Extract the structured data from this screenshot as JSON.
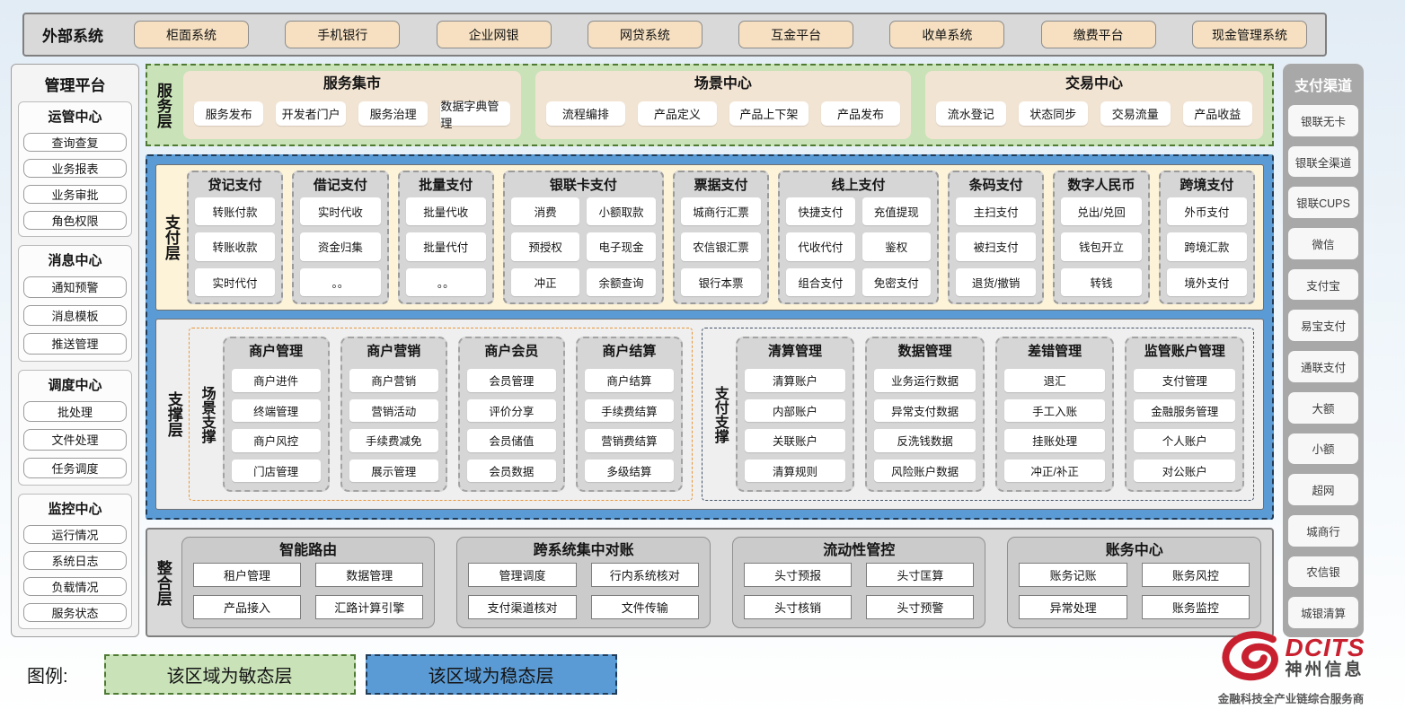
{
  "external_systems": {
    "label": "外部系统",
    "items": [
      "柜面系统",
      "手机银行",
      "企业网银",
      "网贷系统",
      "互金平台",
      "收单系统",
      "缴费平台",
      "现金管理系统"
    ]
  },
  "management_platform": {
    "title": "管理平台",
    "groups": [
      {
        "title": "运管中心",
        "items": [
          "查询查复",
          "业务报表",
          "业务审批",
          "角色权限"
        ]
      },
      {
        "title": "消息中心",
        "items": [
          "通知预警",
          "消息模板",
          "推送管理"
        ]
      },
      {
        "title": "调度中心",
        "items": [
          "批处理",
          "文件处理",
          "任务调度"
        ]
      },
      {
        "title": "监控中心",
        "items": [
          "运行情况",
          "系统日志",
          "负载情况",
          "服务状态"
        ]
      }
    ]
  },
  "service_layer": {
    "label": "服务层",
    "groups": [
      {
        "title": "服务集市",
        "items": [
          "服务发布",
          "开发者门户",
          "服务治理",
          "数据字典管理"
        ]
      },
      {
        "title": "场景中心",
        "items": [
          "流程编排",
          "产品定义",
          "产品上下架",
          "产品发布"
        ]
      },
      {
        "title": "交易中心",
        "items": [
          "流水登记",
          "状态同步",
          "交易流量",
          "产品收益"
        ]
      }
    ]
  },
  "payment_layer": {
    "label": "支付层",
    "columns": [
      {
        "title": "贷记支付",
        "cols": 1,
        "items": [
          "转账付款",
          "转账收款",
          "实时代付"
        ]
      },
      {
        "title": "借记支付",
        "cols": 1,
        "items": [
          "实时代收",
          "资金归集",
          "。。"
        ]
      },
      {
        "title": "批量支付",
        "cols": 1,
        "items": [
          "批量代收",
          "批量代付",
          "。。"
        ]
      },
      {
        "title": "银联卡支付",
        "cols": 2,
        "items": [
          "消费",
          "小额取款",
          "预授权",
          "电子现金",
          "冲正",
          "余额查询"
        ]
      },
      {
        "title": "票据支付",
        "cols": 1,
        "items": [
          "城商行汇票",
          "农信银汇票",
          "银行本票"
        ]
      },
      {
        "title": "线上支付",
        "cols": 2,
        "items": [
          "快捷支付",
          "充值提现",
          "代收代付",
          "鉴权",
          "组合支付",
          "免密支付"
        ]
      },
      {
        "title": "条码支付",
        "cols": 1,
        "items": [
          "主扫支付",
          "被扫支付",
          "退货/撤销"
        ]
      },
      {
        "title": "数字人民币",
        "cols": 1,
        "items": [
          "兑出/兑回",
          "钱包开立",
          "转钱"
        ]
      },
      {
        "title": "跨境支付",
        "cols": 1,
        "items": [
          "外币支付",
          "跨境汇款",
          "境外支付"
        ]
      }
    ]
  },
  "support_layer": {
    "label": "支撑层",
    "groups": [
      {
        "label": "场景支撑",
        "columns": [
          {
            "title": "商户管理",
            "items": [
              "商户进件",
              "终端管理",
              "商户风控",
              "门店管理"
            ]
          },
          {
            "title": "商户营销",
            "items": [
              "商户营销",
              "营销活动",
              "手续费减免",
              "展示管理"
            ]
          },
          {
            "title": "商户会员",
            "items": [
              "会员管理",
              "评价分享",
              "会员储值",
              "会员数据"
            ]
          },
          {
            "title": "商户结算",
            "items": [
              "商户结算",
              "手续费结算",
              "营销费结算",
              "多级结算"
            ]
          }
        ]
      },
      {
        "label": "支付支撑",
        "columns": [
          {
            "title": "清算管理",
            "items": [
              "清算账户",
              "内部账户",
              "关联账户",
              "清算规则"
            ]
          },
          {
            "title": "数据管理",
            "items": [
              "业务运行数据",
              "异常支付数据",
              "反洗钱数据",
              "风险账户数据"
            ]
          },
          {
            "title": "差错管理",
            "items": [
              "退汇",
              "手工入账",
              "挂账处理",
              "冲正/补正"
            ]
          },
          {
            "title": "监管账户管理",
            "items": [
              "支付管理",
              "金融服务管理",
              "个人账户",
              "对公账户"
            ]
          }
        ]
      }
    ]
  },
  "integration_layer": {
    "label": "整合层",
    "groups": [
      {
        "title": "智能路由",
        "items": [
          "租户管理",
          "数据管理",
          "产品接入",
          "汇路计算引擎"
        ]
      },
      {
        "title": "跨系统集中对账",
        "items": [
          "管理调度",
          "行内系统核对",
          "支付渠道核对",
          "文件传输"
        ]
      },
      {
        "title": "流动性管控",
        "items": [
          "头寸预报",
          "头寸匡算",
          "头寸核销",
          "头寸预警"
        ]
      },
      {
        "title": "账务中心",
        "items": [
          "账务记账",
          "账务风控",
          "异常处理",
          "账务监控"
        ]
      }
    ]
  },
  "payment_channels": {
    "title": "支付渠道",
    "items": [
      "银联无卡",
      "银联全渠道",
      "银联CUPS",
      "微信",
      "支付宝",
      "易宝支付",
      "通联支付",
      "大额",
      "小额",
      "超网",
      "城商行",
      "农信银",
      "城银清算"
    ]
  },
  "legend": {
    "label": "图例:",
    "agile": "该区域为敏态层",
    "stable": "该区域为稳态层"
  },
  "logo": {
    "name": "DCITS",
    "company": "神州信息",
    "tagline": "金融科技全产业链综合服务商"
  },
  "colors": {
    "agile_green": "#c9e2b8",
    "green_border": "#4e7a33",
    "stable_blue": "#5b9bd5",
    "blue_border": "#1f3b57",
    "payment_cream": "#fdf3d8",
    "external_button_cream": "#f6e0c1",
    "service_box_tan": "#f2e4d3",
    "column_gray": "#d6d6d6",
    "scene_support_orange": "#e8973c",
    "payment_support_navy": "#44546a",
    "channel_sidebar_gray": "#a8a8a8",
    "logo_red": "#c8202f"
  }
}
